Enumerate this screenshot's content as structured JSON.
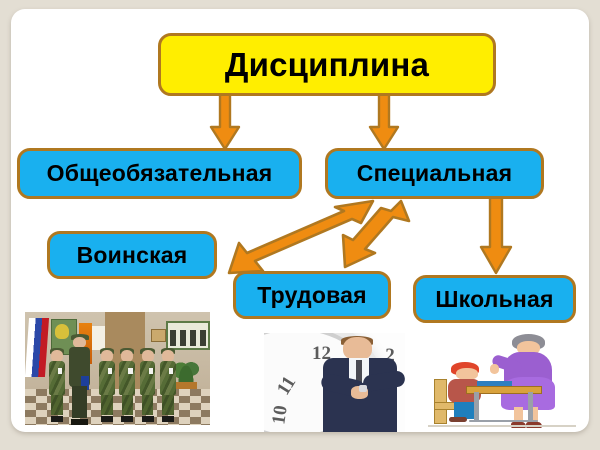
{
  "slide": {
    "background_color": "#e3ded3",
    "canvas_color": "#ffffff"
  },
  "theme": {
    "title_fill": "#ffee00",
    "node_fill": "#19b0ef",
    "node_border": "#b07820",
    "arrow_fill": "#ef8c11",
    "arrow_border": "#b07820",
    "text_color": "#000000"
  },
  "diagram": {
    "title": "Дисциплина",
    "nodes": [
      {
        "id": "title",
        "label": "Дисциплина",
        "level": 1,
        "fill": "yellow"
      },
      {
        "id": "general",
        "label": "Общеобязательная",
        "level": 2,
        "fill": "blue"
      },
      {
        "id": "special",
        "label": "Специальная",
        "level": 2,
        "fill": "blue"
      },
      {
        "id": "military",
        "label": "Воинская",
        "level": 3,
        "fill": "blue"
      },
      {
        "id": "labor",
        "label": "Трудовая",
        "level": 3,
        "fill": "blue"
      },
      {
        "id": "school",
        "label": "Школьная",
        "level": 3,
        "fill": "blue"
      }
    ],
    "edges": [
      {
        "from": "title",
        "to": "general",
        "style": "down"
      },
      {
        "from": "title",
        "to": "special",
        "style": "down"
      },
      {
        "from": "special",
        "to": "military",
        "style": "diagonal-left"
      },
      {
        "from": "special",
        "to": "labor",
        "style": "diagonal-left-short"
      },
      {
        "from": "special",
        "to": "school",
        "style": "down"
      }
    ]
  },
  "photos": [
    {
      "id": "military-photo",
      "alt": "Строй солдат в казарме с флагом"
    },
    {
      "id": "labor-photo",
      "alt": "Мужчина в костюме смотрит на часы"
    },
    {
      "id": "school-photo",
      "alt": "Учительница и ученик за партой"
    }
  ],
  "clock": {
    "numerals": [
      "12",
      "2",
      "11",
      "10"
    ]
  }
}
